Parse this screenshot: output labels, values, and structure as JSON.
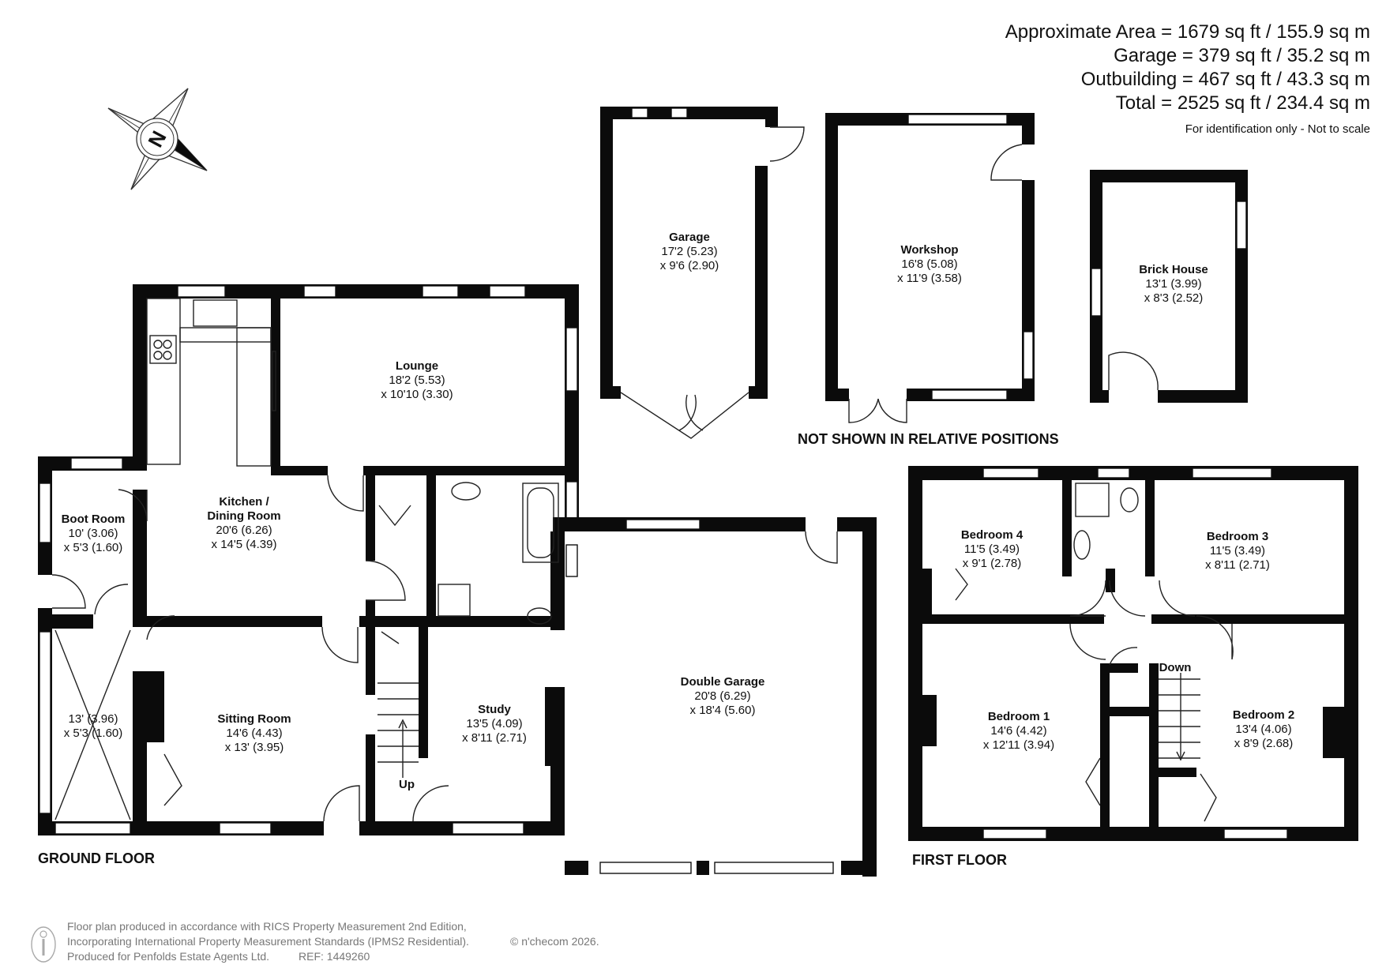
{
  "areas": {
    "approximate": "Approximate Area = 1679 sq ft / 155.9 sq m",
    "garage": "Garage = 379 sq ft / 35.2 sq m",
    "outbuilding": "Outbuilding = 467 sq ft / 43.3 sq m",
    "total": "Total = 2525 sq ft / 234.4 sq m",
    "disclaimer": "For identification only - Not to scale"
  },
  "compass": {
    "letter": "N",
    "icon": "north-compass-icon"
  },
  "labels": {
    "not_shown": "NOT SHOWN IN RELATIVE POSITIONS",
    "ground_floor": "GROUND FLOOR",
    "first_floor": "FIRST FLOOR",
    "up": "Up",
    "down": "Down"
  },
  "rooms": {
    "garage": {
      "name": "Garage",
      "d1": "17'2 (5.23)",
      "d2": "x 9'6 (2.90)"
    },
    "workshop": {
      "name": "Workshop",
      "d1": "16'8 (5.08)",
      "d2": "x 11'9 (3.58)"
    },
    "brick_house": {
      "name": "Brick House",
      "d1": "13'1 (3.99)",
      "d2": "x 8'3 (2.52)"
    },
    "lounge": {
      "name": "Lounge",
      "d1": "18'2 (5.53)",
      "d2": "x 10'10 (3.30)"
    },
    "kitchen": {
      "name": "Kitchen /",
      "name2": "Dining Room",
      "d1": "20'6 (6.26)",
      "d2": "x 14'5 (4.39)"
    },
    "boot_room": {
      "name": "Boot Room",
      "d1": "10' (3.06)",
      "d2": "x 5'3 (1.60)"
    },
    "conservatory": {
      "d1": "13' (3.96)",
      "d2": "x 5'3 (1.60)"
    },
    "sitting_room": {
      "name": "Sitting Room",
      "d1": "14'6 (4.43)",
      "d2": "x 13' (3.95)"
    },
    "study": {
      "name": "Study",
      "d1": "13'5 (4.09)",
      "d2": "x 8'11 (2.71)"
    },
    "double_garage": {
      "name": "Double Garage",
      "d1": "20'8 (6.29)",
      "d2": "x 18'4 (5.60)"
    },
    "bedroom4": {
      "name": "Bedroom 4",
      "d1": "11'5 (3.49)",
      "d2": "x 9'1 (2.78)"
    },
    "bedroom3": {
      "name": "Bedroom 3",
      "d1": "11'5 (3.49)",
      "d2": "x 8'11 (2.71)"
    },
    "bedroom1": {
      "name": "Bedroom 1",
      "d1": "14'6 (4.42)",
      "d2": "x 12'11 (3.94)"
    },
    "bedroom2": {
      "name": "Bedroom 2",
      "d1": "13'4 (4.06)",
      "d2": "x 8'9 (2.68)"
    }
  },
  "footer": {
    "line1": "Floor plan produced in accordance with RICS Property Measurement 2nd Edition,",
    "line2": "Incorporating International Property Measurement Standards (IPMS2 Residential).",
    "copyright": "© n'checom 2026.",
    "line3": "Produced for Penfolds Estate Agents Ltd.",
    "ref": "REF:  1449260",
    "icon": "person-icon"
  }
}
